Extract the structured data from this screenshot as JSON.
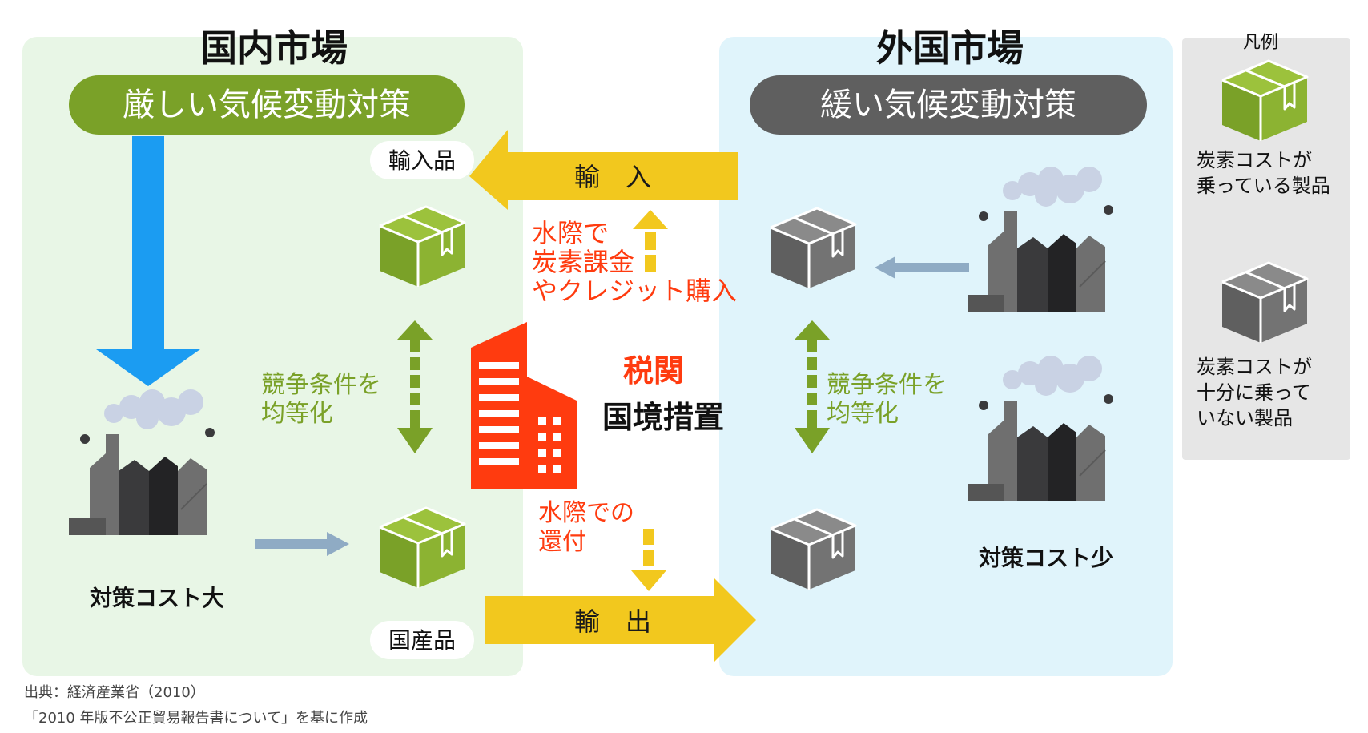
{
  "domestic": {
    "title": "国内市場",
    "policy": "厳しい気候変動対策",
    "imported_label": "輸入品",
    "domestic_label": "国産品",
    "compete_line1": "競争条件を",
    "compete_line2": "均等化",
    "cost_label": "対策コスト大"
  },
  "foreign": {
    "title": "外国市場",
    "policy": "緩い気候変動対策",
    "compete_line1": "競争条件を",
    "compete_line2": "均等化",
    "cost_label": "対策コスト少"
  },
  "flows": {
    "import": "輸　入",
    "export": "輸　出",
    "border_charge_line1": "水際で",
    "border_charge_line2": "炭素課金",
    "border_charge_line3": "やクレジット購入",
    "border_refund_line1": "水際での",
    "border_refund_line2": "還付"
  },
  "customs": {
    "line1": "税関",
    "line2": "国境措置"
  },
  "legend": {
    "title": "凡例",
    "green_line1": "炭素コストが",
    "green_line2": "乗っている製品",
    "gray_line1": "炭素コストが",
    "gray_line2": "十分に乗って",
    "gray_line3": "いない製品"
  },
  "source": {
    "line1": "出典：経済産業省（2010）",
    "line2": "「2010 年版不公正貿易報告書について」を基に作成"
  },
  "colors": {
    "green_panel": "#e8f6e6",
    "blue_panel": "#e0f4fb",
    "legend_panel": "#e6e6e6",
    "green_accent": "#7aa128",
    "dark_pill": "#5f5f5f",
    "yellow_arrow": "#f2c81e",
    "red_accent": "#ff3b0f",
    "blue_arrow": "#1b9cf2",
    "steel_arrow": "#8fabc4",
    "factory_dark": "#3a3a3c",
    "factory_mid": "#6f6f6f"
  }
}
